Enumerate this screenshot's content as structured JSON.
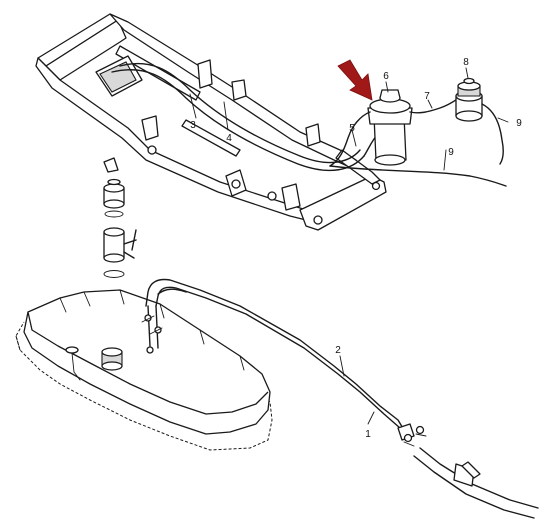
{
  "callouts": [
    {
      "id": "c1",
      "label": "1"
    },
    {
      "id": "c2",
      "label": "2"
    },
    {
      "id": "c3",
      "label": "3"
    },
    {
      "id": "c4",
      "label": "4"
    },
    {
      "id": "c5",
      "label": "5"
    },
    {
      "id": "c6",
      "label": "6"
    },
    {
      "id": "c7",
      "label": "7"
    },
    {
      "id": "c8",
      "label": "8"
    },
    {
      "id": "c9a",
      "label": "9"
    },
    {
      "id": "c9b",
      "label": "9"
    }
  ],
  "colors": {
    "line": "#1a1a1a",
    "highlight_arrow": "#a01818",
    "background": "#ffffff"
  }
}
